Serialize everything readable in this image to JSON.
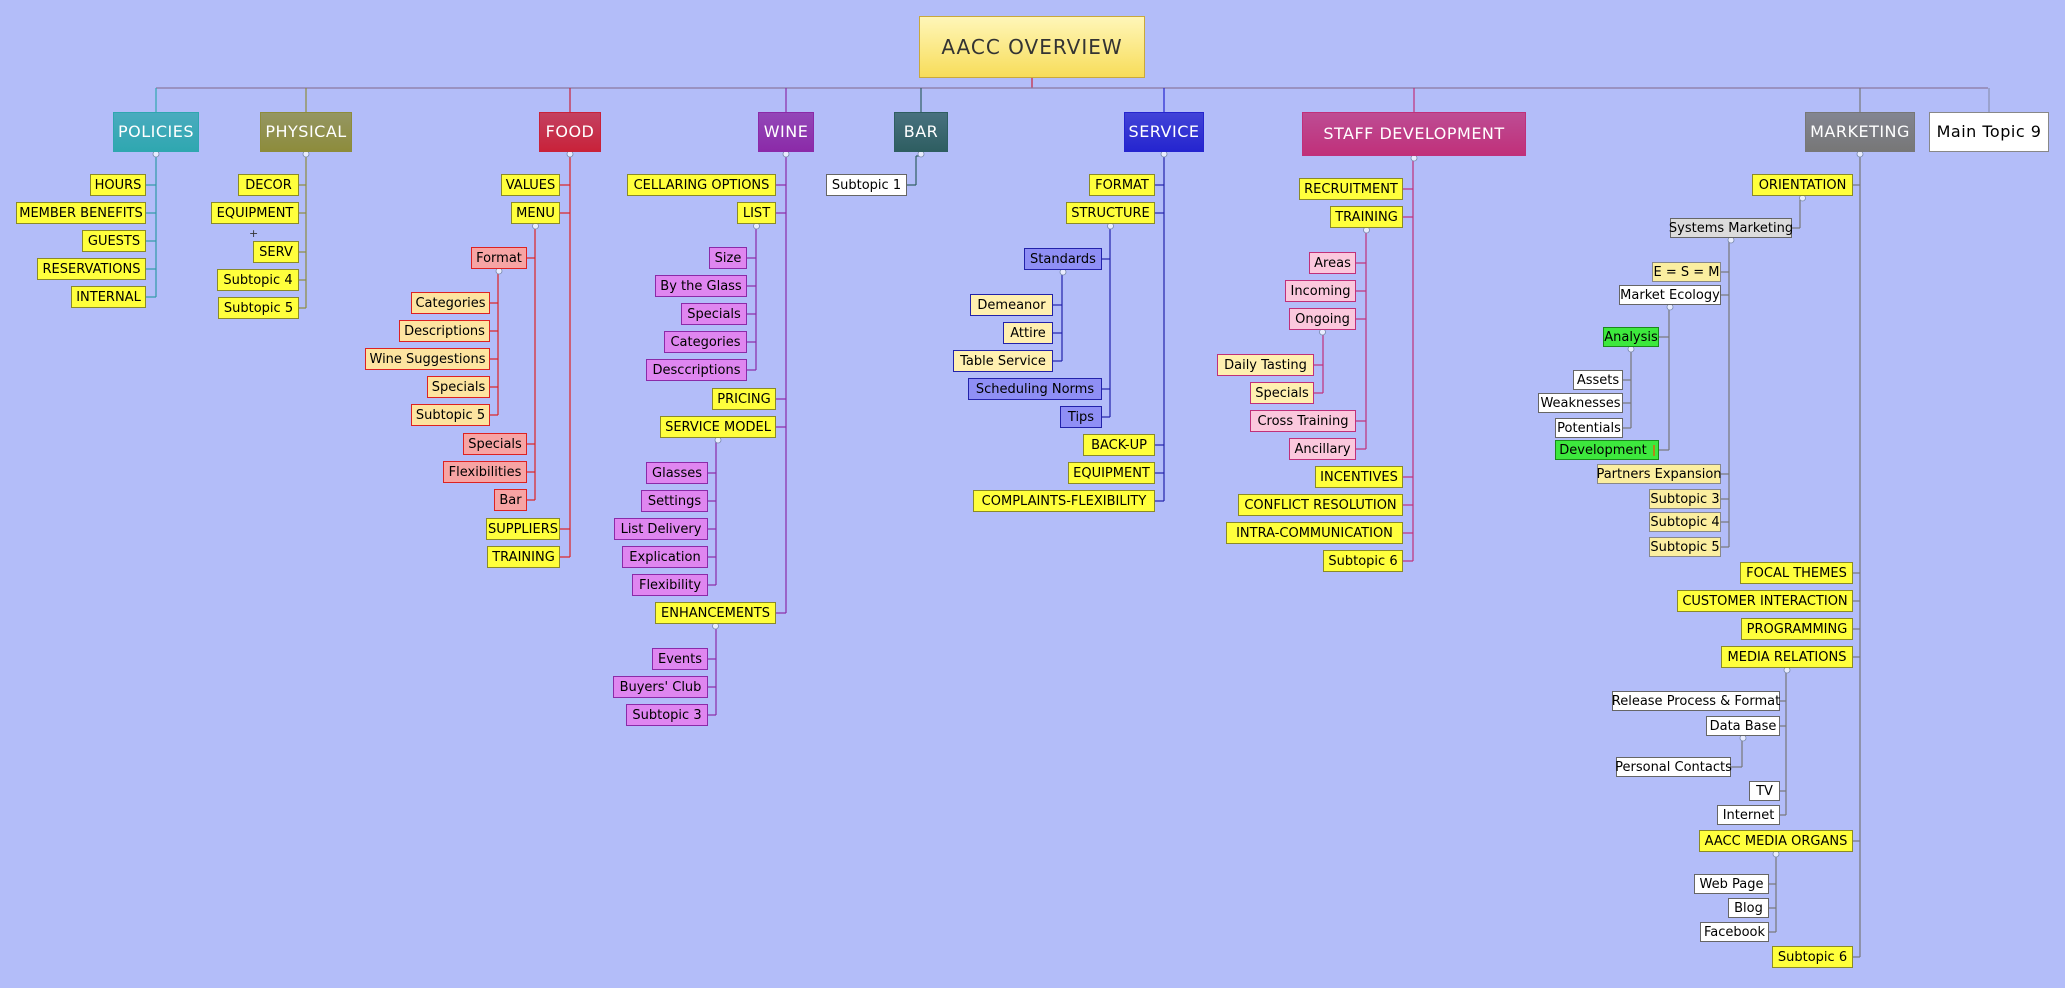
{
  "root": {
    "id": "root",
    "label": "AACC OVERVIEW"
  },
  "main_topics": [
    {
      "id": "policies",
      "label": "POLICIES",
      "color": "#2fa7b0"
    },
    {
      "id": "physical",
      "label": "PHYSICAL",
      "color": "#8d8c3c"
    },
    {
      "id": "food",
      "label": "FOOD",
      "color": "#c8223a"
    },
    {
      "id": "wine",
      "label": "WINE",
      "color": "#8b2aa8"
    },
    {
      "id": "bar",
      "label": "BAR",
      "color": "#2e5e61"
    },
    {
      "id": "service",
      "label": "SERVICE",
      "color": "#2525cf"
    },
    {
      "id": "staff",
      "label": "STAFF DEVELOPMENT",
      "color": "#c0307a"
    },
    {
      "id": "marketing",
      "label": "MARKETING",
      "color": "#777777"
    },
    {
      "id": "main9",
      "label": "Main Topic 9",
      "color": "#ffffff"
    }
  ],
  "nodes": [
    {
      "id": "pol-hours",
      "label": "HOURS"
    },
    {
      "id": "pol-member",
      "label": "MEMBER BENEFITS"
    },
    {
      "id": "pol-guests",
      "label": "GUESTS"
    },
    {
      "id": "pol-res",
      "label": "RESERVATIONS"
    },
    {
      "id": "pol-internal",
      "label": "INTERNAL"
    },
    {
      "id": "phy-decor",
      "label": "DECOR"
    },
    {
      "id": "phy-equip",
      "label": "EQUIPMENT"
    },
    {
      "id": "phy-serv",
      "label": "SERV"
    },
    {
      "id": "phy-sub4",
      "label": "Subtopic 4"
    },
    {
      "id": "phy-sub5",
      "label": "Subtopic 5"
    },
    {
      "id": "food-values",
      "label": "VALUES"
    },
    {
      "id": "food-menu",
      "label": "MENU"
    },
    {
      "id": "food-format",
      "label": "Format"
    },
    {
      "id": "food-cat",
      "label": "Categories"
    },
    {
      "id": "food-desc",
      "label": "Descriptions"
    },
    {
      "id": "food-wine",
      "label": "Wine Suggestions"
    },
    {
      "id": "food-spec1",
      "label": "Specials"
    },
    {
      "id": "food-sub5",
      "label": "Subtopic 5"
    },
    {
      "id": "food-spec2",
      "label": "Specials"
    },
    {
      "id": "food-flex",
      "label": "Flexibilities"
    },
    {
      "id": "food-bar",
      "label": "Bar"
    },
    {
      "id": "food-suppliers",
      "label": "SUPPLIERS"
    },
    {
      "id": "food-training",
      "label": "TRAINING"
    },
    {
      "id": "wine-cellar",
      "label": "CELLARING OPTIONS"
    },
    {
      "id": "wine-list",
      "label": "LIST"
    },
    {
      "id": "wine-size",
      "label": "Size"
    },
    {
      "id": "wine-glass",
      "label": "By the Glass"
    },
    {
      "id": "wine-specials",
      "label": "Specials"
    },
    {
      "id": "wine-cats",
      "label": "Categories"
    },
    {
      "id": "wine-desc",
      "label": "Desccriptions"
    },
    {
      "id": "wine-pricing",
      "label": "PRICING"
    },
    {
      "id": "wine-svcmodel",
      "label": "SERVICE MODEL"
    },
    {
      "id": "wine-glasses",
      "label": "Glasses"
    },
    {
      "id": "wine-settings",
      "label": "Settings"
    },
    {
      "id": "wine-listdel",
      "label": "List Delivery"
    },
    {
      "id": "wine-explic",
      "label": "Explication"
    },
    {
      "id": "wine-flex",
      "label": "Flexibility"
    },
    {
      "id": "wine-enh",
      "label": "ENHANCEMENTS"
    },
    {
      "id": "wine-events",
      "label": "Events"
    },
    {
      "id": "wine-buyers",
      "label": "Buyers' Club"
    },
    {
      "id": "wine-sub3",
      "label": "Subtopic 3"
    },
    {
      "id": "bar-sub1",
      "label": "Subtopic 1"
    },
    {
      "id": "svc-format",
      "label": "FORMAT"
    },
    {
      "id": "svc-structure",
      "label": "STRUCTURE"
    },
    {
      "id": "svc-standards",
      "label": "Standards"
    },
    {
      "id": "svc-demeanor",
      "label": "Demeanor"
    },
    {
      "id": "svc-attire",
      "label": "Attire"
    },
    {
      "id": "svc-table",
      "label": "Table Service"
    },
    {
      "id": "svc-sched",
      "label": "Scheduling Norms"
    },
    {
      "id": "svc-tips",
      "label": "Tips"
    },
    {
      "id": "svc-backup",
      "label": "BACK-UP"
    },
    {
      "id": "svc-equip",
      "label": "EQUIPMENT"
    },
    {
      "id": "svc-complaints",
      "label": "COMPLAINTS-FLEXIBILITY"
    },
    {
      "id": "stf-recruit",
      "label": "RECRUITMENT"
    },
    {
      "id": "stf-training",
      "label": "TRAINING"
    },
    {
      "id": "stf-areas",
      "label": "Areas"
    },
    {
      "id": "stf-incoming",
      "label": "Incoming"
    },
    {
      "id": "stf-ongoing",
      "label": "Ongoing"
    },
    {
      "id": "stf-daily",
      "label": "Daily Tasting"
    },
    {
      "id": "stf-specials",
      "label": "Specials"
    },
    {
      "id": "stf-cross",
      "label": "Cross Training"
    },
    {
      "id": "stf-ancillary",
      "label": "Ancillary"
    },
    {
      "id": "stf-incentives",
      "label": "INCENTIVES"
    },
    {
      "id": "stf-conflict",
      "label": "CONFLICT RESOLUTION"
    },
    {
      "id": "stf-intra",
      "label": "INTRA-COMMUNICATION"
    },
    {
      "id": "stf-sub6",
      "label": "Subtopic 6"
    },
    {
      "id": "mkt-orient",
      "label": "ORIENTATION"
    },
    {
      "id": "mkt-sysmkt",
      "label": "Systems Marketing"
    },
    {
      "id": "mkt-esm",
      "label": "E = S = M"
    },
    {
      "id": "mkt-ecology",
      "label": "Market Ecology"
    },
    {
      "id": "mkt-analysis",
      "label": "Analysis"
    },
    {
      "id": "mkt-assets",
      "label": "Assets"
    },
    {
      "id": "mkt-weak",
      "label": "Weaknesses"
    },
    {
      "id": "mkt-potent",
      "label": "Potentials"
    },
    {
      "id": "mkt-develop",
      "label": "Development"
    },
    {
      "id": "mkt-partners",
      "label": "Partners Expansion"
    },
    {
      "id": "mkt-sub3",
      "label": "Subtopic 3"
    },
    {
      "id": "mkt-sub4",
      "label": "Subtopic 4"
    },
    {
      "id": "mkt-sub5",
      "label": "Subtopic 5"
    },
    {
      "id": "mkt-focal",
      "label": "FOCAL THEMES"
    },
    {
      "id": "mkt-customer",
      "label": "CUSTOMER INTERACTION"
    },
    {
      "id": "mkt-programming",
      "label": "PROGRAMMING"
    },
    {
      "id": "mkt-media",
      "label": "MEDIA RELATIONS"
    },
    {
      "id": "mkt-release",
      "label": "Release Process & Format"
    },
    {
      "id": "mkt-database",
      "label": "Data Base"
    },
    {
      "id": "mkt-personal",
      "label": "Personal Contacts"
    },
    {
      "id": "mkt-tv",
      "label": "TV"
    },
    {
      "id": "mkt-internet",
      "label": "Internet"
    },
    {
      "id": "mkt-organs",
      "label": "AACC MEDIA ORGANS"
    },
    {
      "id": "mkt-webpage",
      "label": "Web Page"
    },
    {
      "id": "mkt-blog",
      "label": "Blog"
    },
    {
      "id": "mkt-facebook",
      "label": "Facebook"
    },
    {
      "id": "mkt-sub6",
      "label": "Subtopic 6"
    }
  ],
  "icons": {
    "collapse": "collapse-dot-icon",
    "expand": "expand-plus-icon",
    "note": "note-flag-icon"
  }
}
